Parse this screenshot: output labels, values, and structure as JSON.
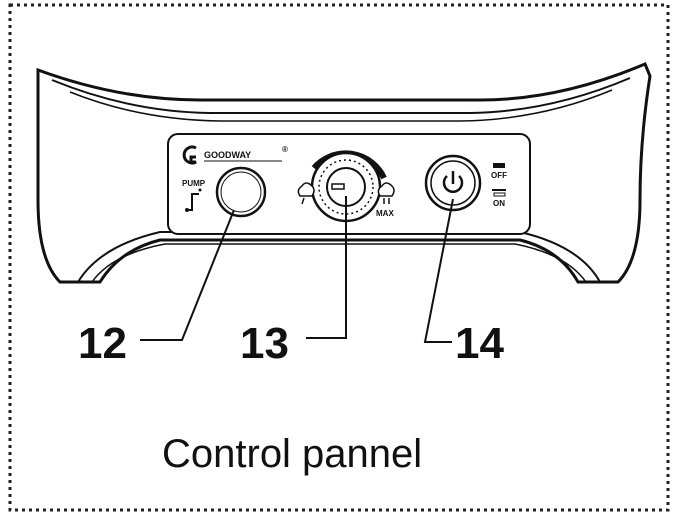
{
  "brand": {
    "name": "GOODWAY",
    "trademark": "®"
  },
  "controls": {
    "pump": {
      "label": "PUMP"
    },
    "dial": {
      "max_label": "MAX"
    },
    "power": {
      "off_label": "OFF",
      "on_label": "ON"
    }
  },
  "callouts": [
    {
      "number": "12"
    },
    {
      "number": "13"
    },
    {
      "number": "14"
    }
  ],
  "caption": "Control pannel",
  "colors": {
    "ink": "#111111",
    "border": "#222222",
    "background": "#ffffff"
  }
}
